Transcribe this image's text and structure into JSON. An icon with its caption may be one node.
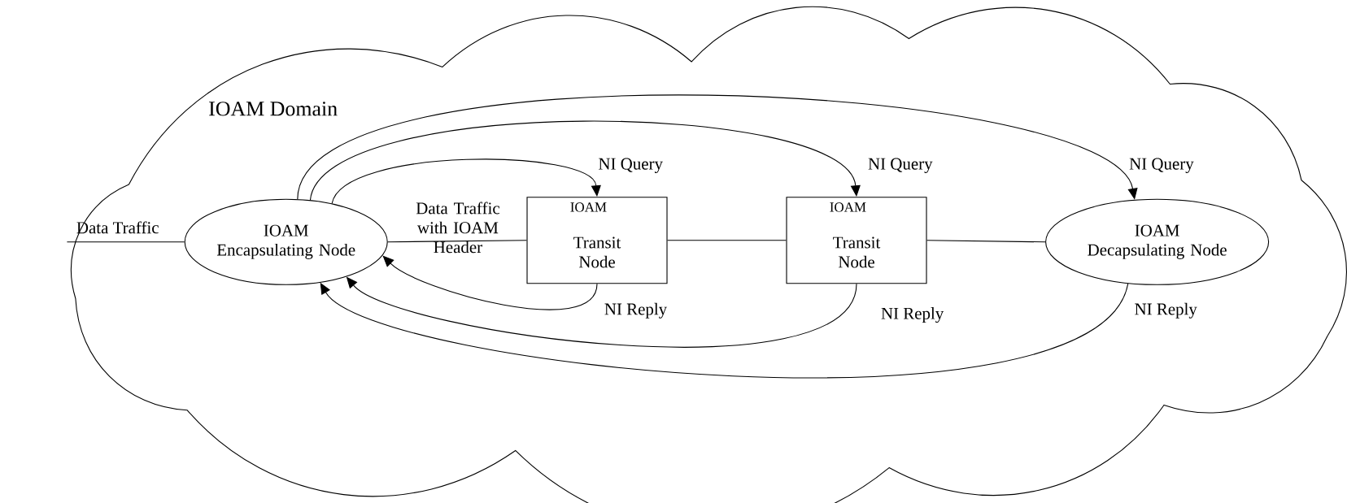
{
  "diagram": {
    "nodes": [
      {
        "text": [
          "IOAM Domain"
        ]
      },
      {
        "text": [
          "IOAM Encapsulating Node"
        ],
        "in": 0
      },
      {
        "text": [
          "IOAM",
          "Transit Node"
        ],
        "in": 0
      },
      {
        "text": [
          "IOAM",
          "Transit Node"
        ],
        "in": 0
      },
      {
        "text": [
          "IOAM Decapsulating Node"
        ],
        "in": 0
      }
    ],
    "edges": [
      {
        "from": null,
        "to": 1,
        "arrow": "none",
        "label": "Data Traffic"
      },
      {
        "from": 1,
        "to": 2,
        "arrow": "none",
        "label": "Data Traffic with IOAM Header"
      },
      {
        "from": 2,
        "to": 3,
        "arrow": "none"
      },
      {
        "from": 3,
        "to": 4,
        "arrow": "none"
      },
      {
        "from": 1,
        "to": 2,
        "arrow": "to",
        "label": "NI Query"
      },
      {
        "from": 1,
        "to": 3,
        "arrow": "to",
        "label": "NI Query"
      },
      {
        "from": 1,
        "to": 4,
        "arrow": "to",
        "label": "NI Query"
      },
      {
        "from": 2,
        "to": 1,
        "arrow": "to",
        "label": "NI Reply"
      },
      {
        "from": 3,
        "to": 1,
        "arrow": "to",
        "label": "NI Reply"
      },
      {
        "from": 4,
        "to": 1,
        "arrow": "to",
        "label": "NI Reply"
      }
    ]
  }
}
